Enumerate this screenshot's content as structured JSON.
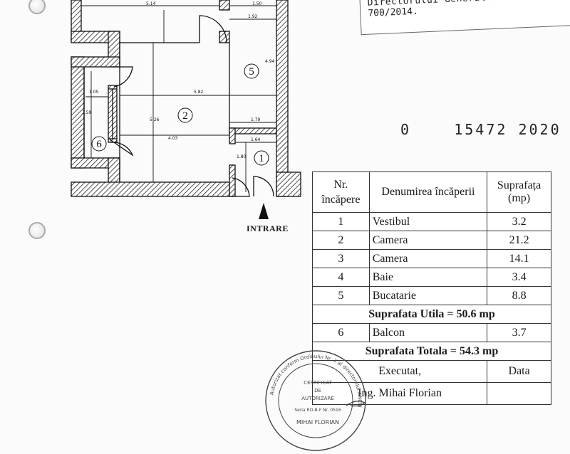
{
  "stamp": {
    "line1": "...",
    "line2": "Directorului General al ANCPI nr.",
    "line3": "700/2014."
  },
  "registration_number": "0    15472 2020",
  "plan": {
    "dimensions": [
      "5.14",
      "1.50",
      "1.92",
      "4.94",
      "1.05",
      "5.82",
      "3.59",
      "5.26",
      "4.03",
      "1.79",
      "1.64",
      "1.80"
    ],
    "room_numbers": [
      "1",
      "2",
      "5",
      "6"
    ],
    "entrance_label": "INTRARE"
  },
  "table": {
    "headers": {
      "nr": "Nr. încăpere",
      "name": "Denumirea încăperii",
      "area": "Suprafața (mp)"
    },
    "rows": [
      {
        "nr": "1",
        "name": "Vestibul",
        "area": "3.2"
      },
      {
        "nr": "2",
        "name": "Camera",
        "area": "21.2"
      },
      {
        "nr": "3",
        "name": "Camera",
        "area": "14.1"
      },
      {
        "nr": "4",
        "name": "Baie",
        "area": "3.4"
      },
      {
        "nr": "5",
        "name": "Bucatarie",
        "area": "8.8"
      }
    ],
    "useful_total": "Suprafata Utila = 50.6 mp",
    "extra_row": {
      "nr": "6",
      "name": "Balcon",
      "area": "3.7"
    },
    "grand_total": "Suprafata Totala = 54.3 mp",
    "executed_label": "Executat,",
    "date_label": "Data",
    "executor": "Ing. Mihai Florian"
  },
  "seal": {
    "ring_text": "Autorizat conform Ordinului Nr. 3 al directorului ANCPI",
    "line1": "CERTIFICAT",
    "line2": "DE",
    "line3": "AUTORIZARE",
    "series": "Seria RO-B-F Nr. 0516",
    "name": "MIHAI FLORIAN"
  }
}
